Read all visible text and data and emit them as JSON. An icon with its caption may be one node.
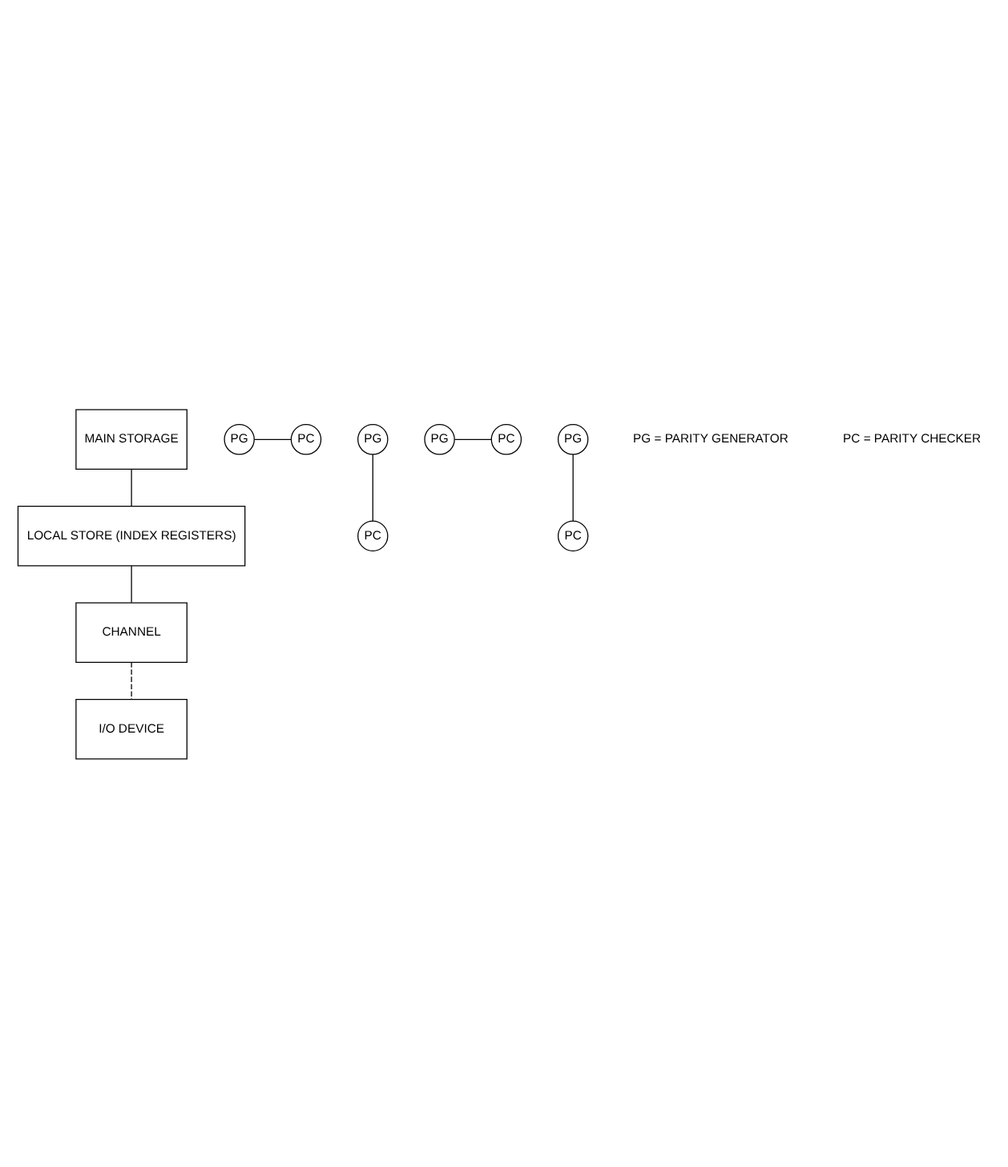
{
  "diagram": {
    "nodes": [
      {
        "text": [
          "MAIN STORAGE"
        ]
      },
      {
        "text": [
          "PG"
        ]
      },
      {
        "text": [
          "PC"
        ]
      },
      {
        "text": [
          "PG"
        ]
      },
      {
        "text": [
          "LOCAL STORE (INDEX REGISTERS)"
        ]
      },
      {
        "text": [
          "PC"
        ]
      },
      {
        "text": [
          "CHANNEL"
        ]
      },
      {
        "text": [
          "PG"
        ]
      },
      {
        "text": [
          "PC"
        ]
      },
      {
        "text": [
          "PG"
        ]
      },
      {
        "text": [
          "I/O DEVICE"
        ]
      },
      {
        "text": [
          "PC"
        ]
      }
    ],
    "edges": [
      {
        "from": 0,
        "to": 4,
        "arrow": "none"
      },
      {
        "from": 1,
        "to": 2,
        "arrow": "none"
      },
      {
        "from": 3,
        "to": 5,
        "arrow": "none"
      },
      {
        "from": 4,
        "to": 6,
        "arrow": "none"
      },
      {
        "from": 7,
        "to": 8,
        "arrow": "none"
      },
      {
        "from": 6,
        "to": 10,
        "arrow": "none",
        "style": "dashed"
      },
      {
        "from": 9,
        "to": 11,
        "arrow": "none"
      }
    ],
    "labels": [
      "PG = PARITY GENERATOR",
      "PC = PARITY CHECKER"
    ]
  }
}
